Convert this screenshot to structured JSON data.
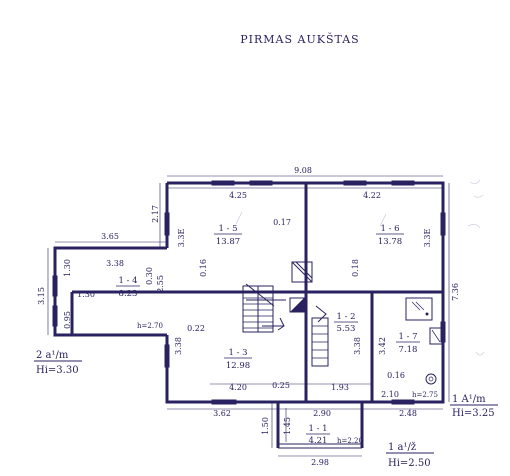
{
  "title": "PIRMAS AUKŠTAS",
  "dimensions": {
    "overall_width": "9.08",
    "top_left_width": "4.25",
    "top_right_width": "4.22",
    "top_mid_wall": "0.17",
    "left_top_height": "2.17",
    "room15_height": "3.3E",
    "room16_height": "3.3E",
    "inner_016": "0.16",
    "inner_018": "0.18",
    "annex_width": "3.65",
    "annex_inner_width": "3.38",
    "annex_height": "1.30",
    "annex_step_width": "1.30",
    "annex_wall": "0.30",
    "annex_opening": "2.55",
    "annex_outer_height": "3.15",
    "annex_lower": "0.95",
    "right_outer_height": "7.36",
    "wall_022": "0.22",
    "room13_height": "3.38",
    "room12_height": "3.38",
    "room17_height": "3.42",
    "room17_wall": "0.16",
    "room17_width": "2.10",
    "bottom_left_inner": "4.20",
    "bottom_mid_wall": "0.25",
    "bottom_mid_inner": "1.93",
    "bottom_left_outer": "3.62",
    "bottom_mid_outer": "2.90",
    "bottom_right_outer": "2.48",
    "porch_width": "2.98",
    "porch_outer_height": "1.50",
    "porch_inner_height": "1.45"
  },
  "rooms": [
    {
      "id": "1 - 5",
      "area": "13.87"
    },
    {
      "id": "1 - 6",
      "area": "13.78"
    },
    {
      "id": "1 - 4",
      "area": "8.23"
    },
    {
      "id": "1 - 3",
      "area": "12.98"
    },
    {
      "id": "1 - 2",
      "area": "5.53"
    },
    {
      "id": "1 - 7",
      "area": "7.18"
    },
    {
      "id": "1 - 1",
      "area": "4.21"
    }
  ],
  "heights": {
    "annex_room": "h=2.70",
    "room17": "h=2.75",
    "porch": "h=2.20"
  },
  "blocks": [
    {
      "code": "2  a¹/m",
      "height": "Hi=3.30"
    },
    {
      "code": "1  A¹/m",
      "height": "Hi=3.25"
    },
    {
      "code": "1  a¹/ž",
      "height": "Hi=2.50"
    }
  ],
  "colors": {
    "ink": "#2a2260",
    "background": "#ffffff"
  }
}
